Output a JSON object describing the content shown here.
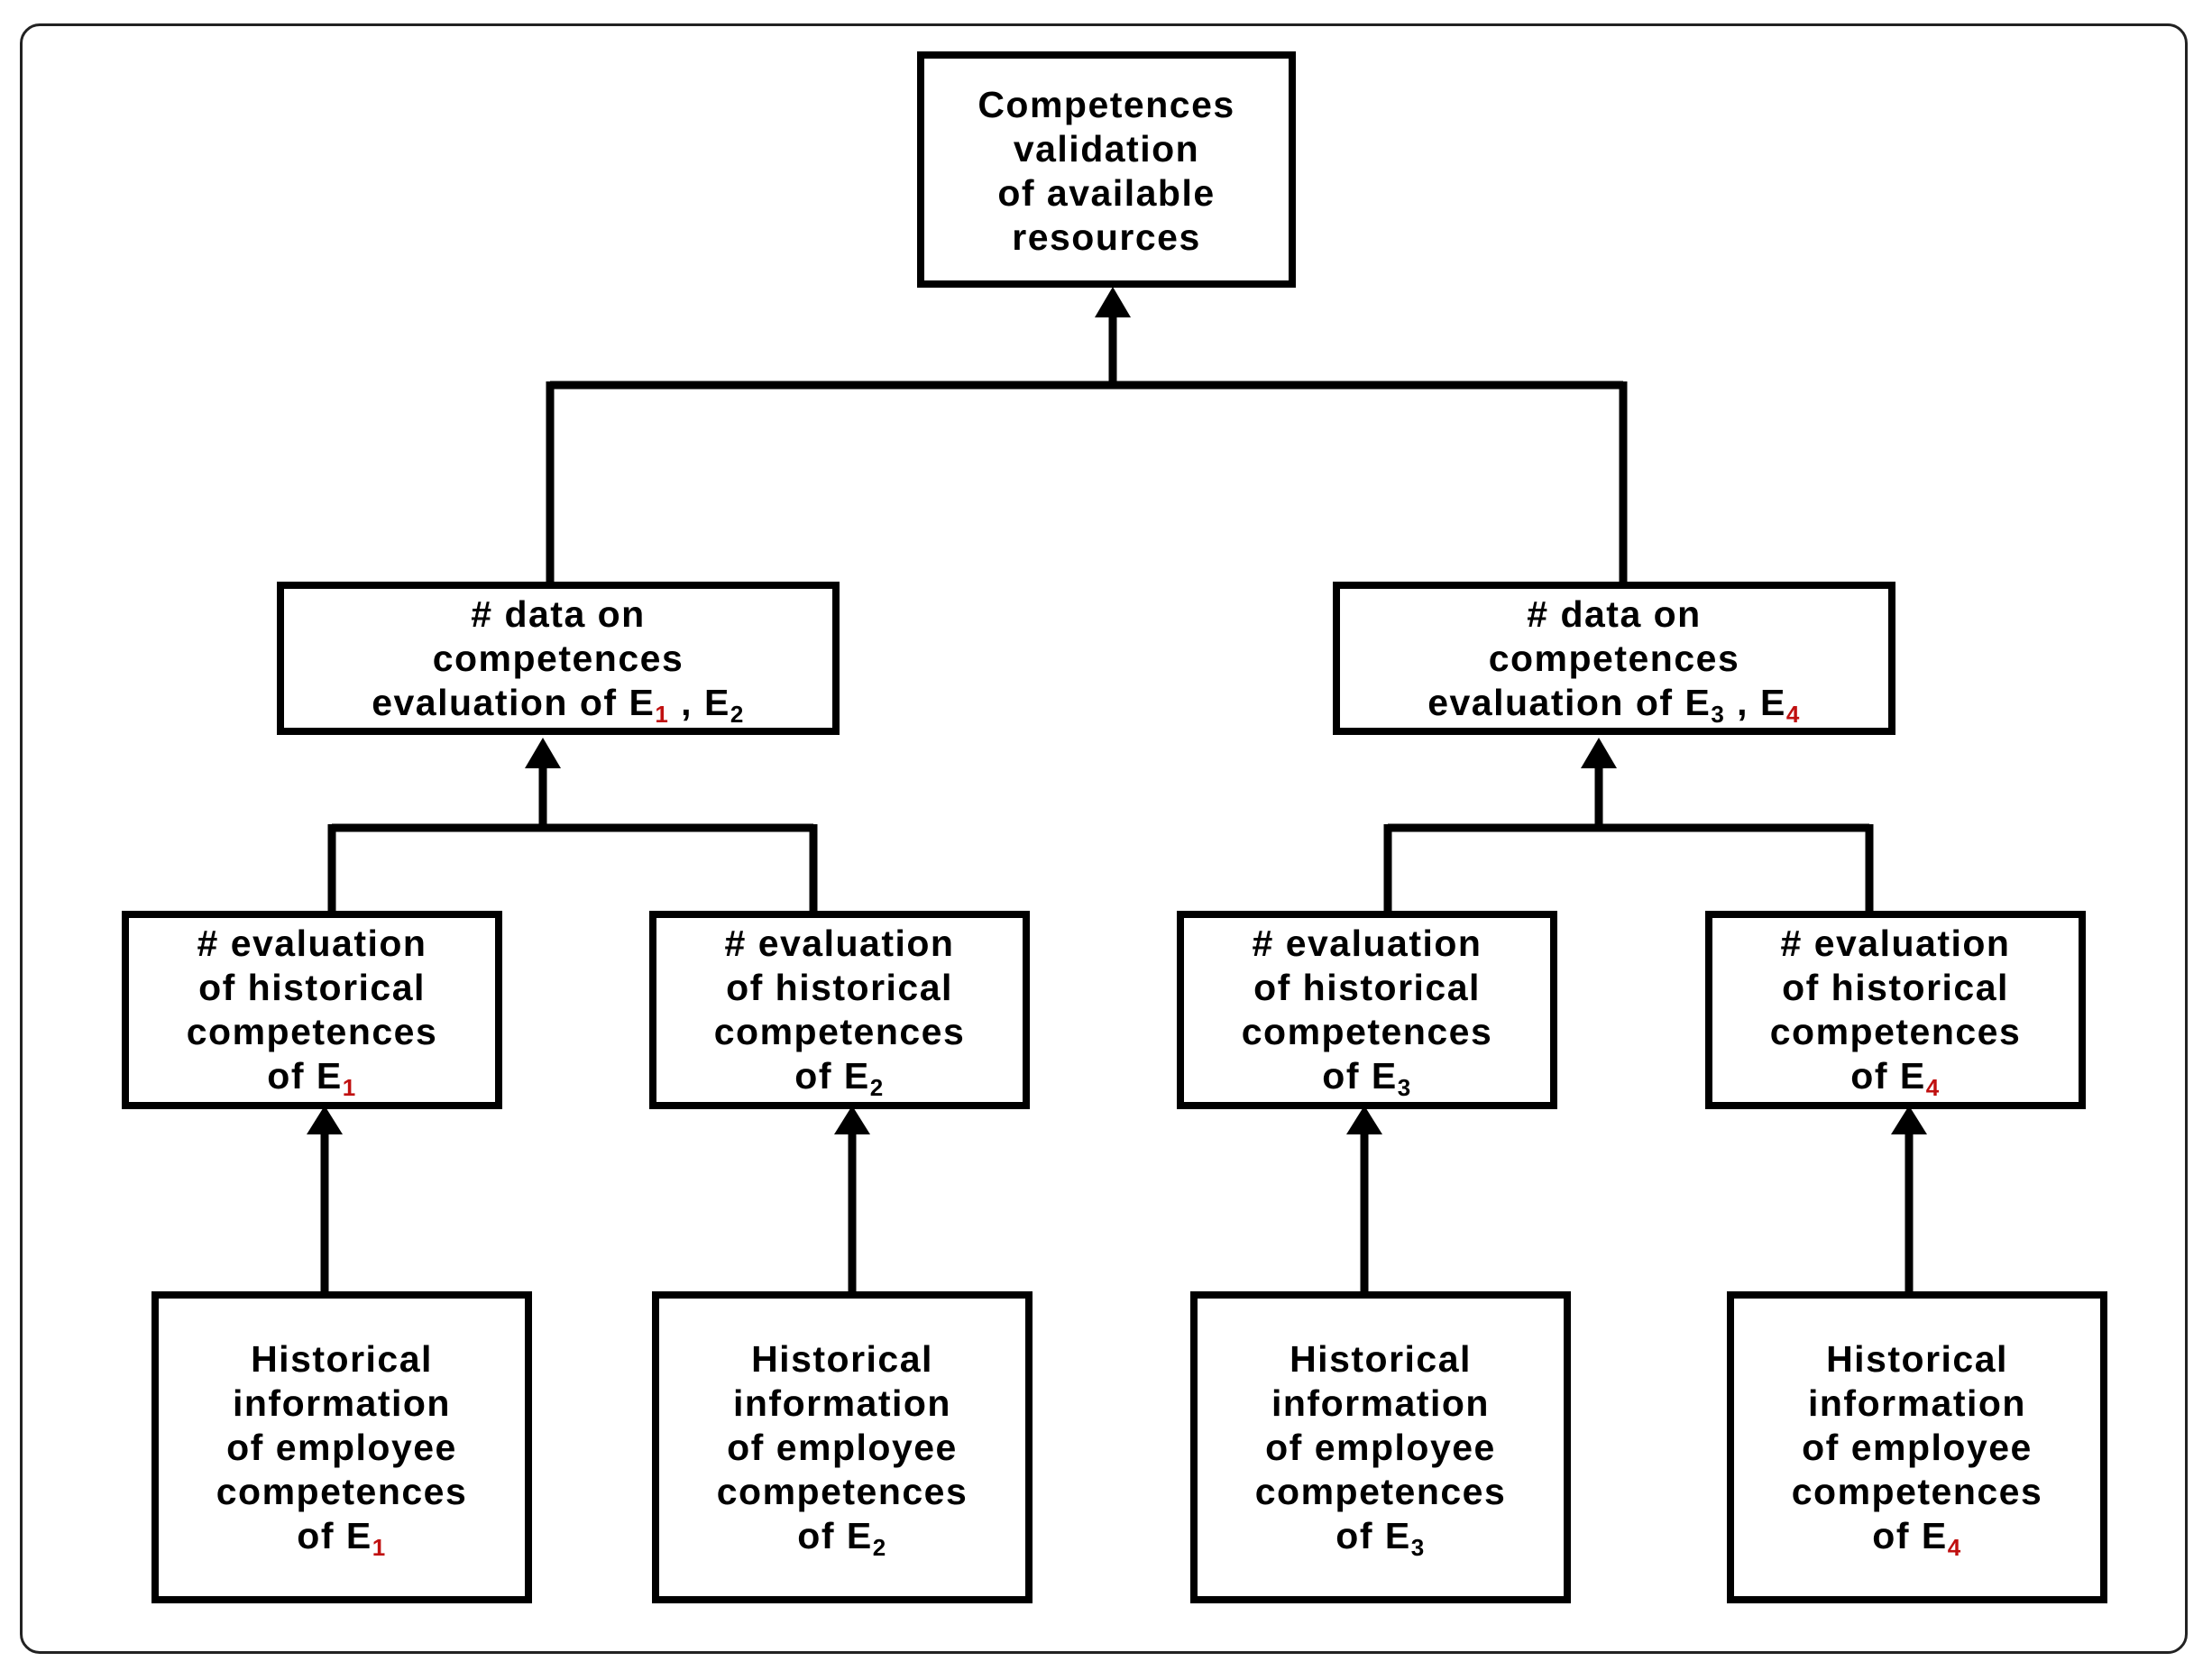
{
  "diagram": {
    "root": {
      "text": "Competences\nvalidation\nof available\nresources"
    },
    "aggregates": [
      {
        "lines": [
          "# data on",
          "competences"
        ],
        "last_prefix": "evaluation of E",
        "sub_a": "1",
        "separator": " , E",
        "sub_b": "2"
      },
      {
        "lines": [
          "# data on",
          "competences"
        ],
        "last_prefix": "evaluation of E",
        "sub_a": "3",
        "separator": " , E",
        "sub_b": "4"
      }
    ],
    "evaluations": [
      {
        "lines": [
          "# evaluation",
          "of historical",
          "competences"
        ],
        "last_prefix": "of E",
        "sub": "1"
      },
      {
        "lines": [
          "# evaluation",
          "of historical",
          "competences"
        ],
        "last_prefix": "of E",
        "sub": "2"
      },
      {
        "lines": [
          "# evaluation",
          "of historical",
          "competences"
        ],
        "last_prefix": "of E",
        "sub": "3"
      },
      {
        "lines": [
          "# evaluation",
          "of historical",
          "competences"
        ],
        "last_prefix": "of E",
        "sub": "4"
      }
    ],
    "sources": [
      {
        "lines": [
          "Historical",
          "information",
          "of employee",
          "competences"
        ],
        "last_prefix": "of E",
        "sub": "1"
      },
      {
        "lines": [
          "Historical",
          "information",
          "of employee",
          "competences"
        ],
        "last_prefix": "of E",
        "sub": "2"
      },
      {
        "lines": [
          "Historical",
          "information",
          "of employee",
          "competences"
        ],
        "last_prefix": "of E",
        "sub": "3"
      },
      {
        "lines": [
          "Historical",
          "information",
          "of employee",
          "competences"
        ],
        "last_prefix": "of E",
        "sub": "4"
      }
    ],
    "colors": {
      "line": "#000000",
      "subscript_accent": "#c01010"
    }
  }
}
